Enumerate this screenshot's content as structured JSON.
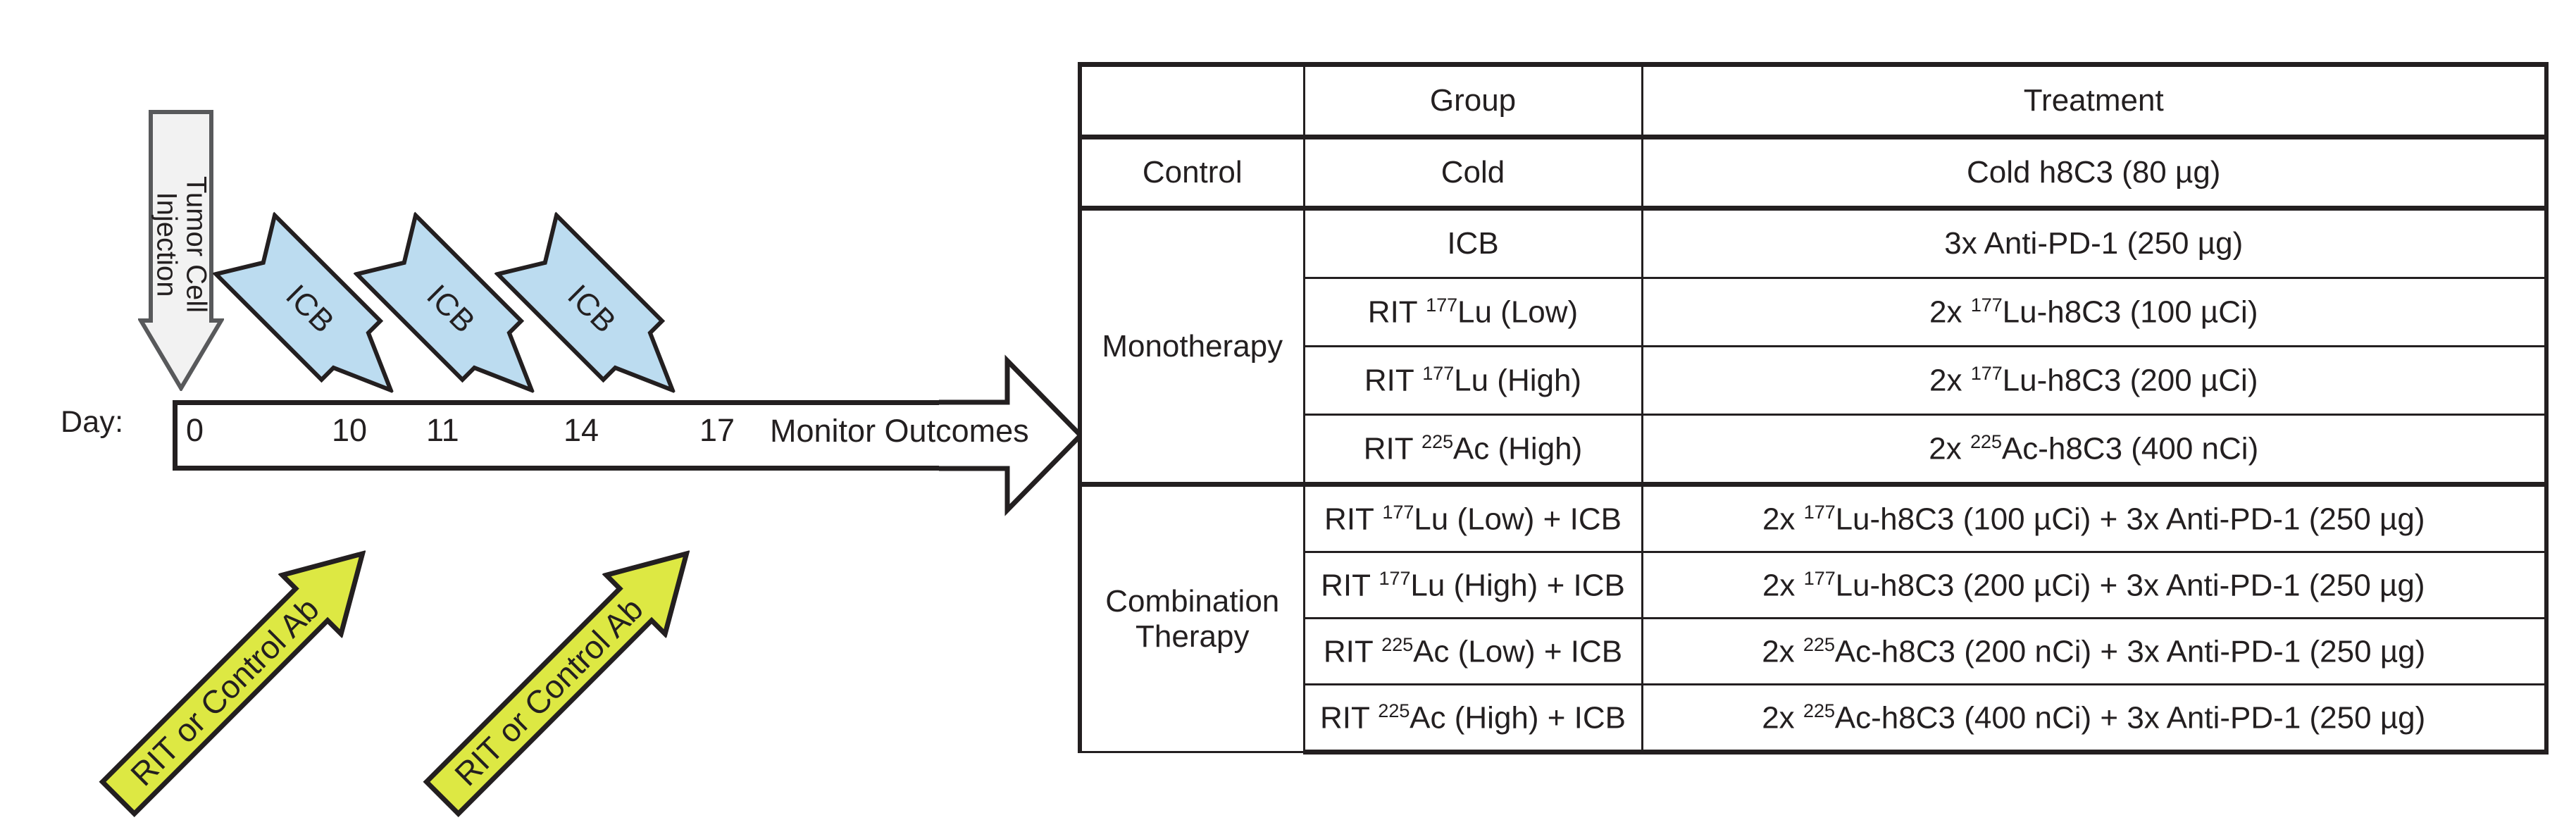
{
  "schematic": {
    "day_label": "Day:",
    "days": [
      "0",
      "10",
      "11",
      "14",
      "17"
    ],
    "monitor_label": "Monitor Outcomes",
    "tumor_arrow": {
      "line1": "Tumor Cell",
      "line2": "Injection",
      "fill": "#f2f2f2"
    },
    "icb_arrows": [
      {
        "label": "ICB",
        "day": "10"
      },
      {
        "label": "ICB",
        "day": "11"
      },
      {
        "label": "ICB",
        "day": "14"
      }
    ],
    "icb_fill": "#bcdcf0",
    "rit_arrows": [
      {
        "label": "RIT or Control Ab",
        "day": "0"
      },
      {
        "label": "RIT or Control Ab",
        "day": "11"
      }
    ],
    "rit_fill": "#dde843",
    "outline_color": "#231f20"
  },
  "table": {
    "headers": {
      "category": "",
      "group": "Group",
      "treatment": "Treatment"
    },
    "sections": [
      {
        "category": "Control",
        "rows": [
          {
            "group_pre": "Cold",
            "group_sup": "",
            "group_post": "",
            "treatment_pre": "Cold h8C3 (80 µg)",
            "treatment_sup": "",
            "treatment_post": ""
          }
        ]
      },
      {
        "category": "Monotherapy",
        "rows": [
          {
            "group_pre": "ICB",
            "group_sup": "",
            "group_post": "",
            "treatment_pre": "3x Anti-PD-1 (250 µg)",
            "treatment_sup": "",
            "treatment_post": ""
          },
          {
            "group_pre": "RIT ",
            "group_sup": "177",
            "group_post": "Lu  (Low)",
            "treatment_pre": "2x ",
            "treatment_sup": "177",
            "treatment_post": "Lu-h8C3  (100 µCi)"
          },
          {
            "group_pre": "RIT ",
            "group_sup": "177",
            "group_post": "Lu  (High)",
            "treatment_pre": "2x ",
            "treatment_sup": "177",
            "treatment_post": "Lu-h8C3  (200 µCi)"
          },
          {
            "group_pre": "RIT ",
            "group_sup": "225",
            "group_post": "Ac  (High)",
            "treatment_pre": "2x ",
            "treatment_sup": "225",
            "treatment_post": "Ac-h8C3  (400 nCi)"
          }
        ]
      },
      {
        "category": "Combination Therapy",
        "category_line1": "Combination",
        "category_line2": "Therapy",
        "rows": [
          {
            "group_pre": "RIT ",
            "group_sup": "177",
            "group_post": "Lu  (Low) + ICB",
            "treatment_pre": "2x ",
            "treatment_sup": "177",
            "treatment_post": "Lu-h8C3  (100 µCi) + 3x Anti-PD-1 (250 µg)"
          },
          {
            "group_pre": "RIT ",
            "group_sup": "177",
            "group_post": "Lu  (High) + ICB",
            "treatment_pre": "2x ",
            "treatment_sup": "177",
            "treatment_post": "Lu-h8C3  (200 µCi) + 3x Anti-PD-1 (250 µg)"
          },
          {
            "group_pre": "RIT ",
            "group_sup": "225",
            "group_post": "Ac  (Low) + ICB",
            "treatment_pre": "2x ",
            "treatment_sup": "225",
            "treatment_post": "Ac-h8C3  (200 nCi) + 3x Anti-PD-1 (250 µg)"
          },
          {
            "group_pre": "RIT ",
            "group_sup": "225",
            "group_post": "Ac  (High) + ICB",
            "treatment_pre": "2x ",
            "treatment_sup": "225",
            "treatment_post": "Ac-h8C3  (400 nCi) + 3x Anti-PD-1 (250 µg)"
          }
        ]
      }
    ]
  }
}
